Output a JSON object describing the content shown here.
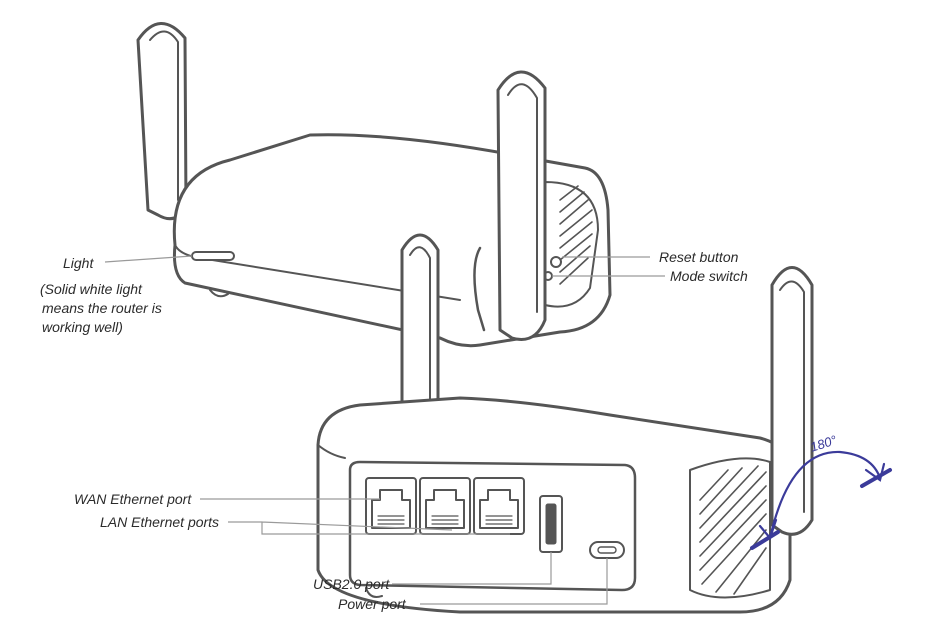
{
  "labels": {
    "light": "Light",
    "light_note_1": "(Solid white light",
    "light_note_2": "means the router is",
    "light_note_3": "working well)",
    "reset_button": "Reset button",
    "mode_switch": "Mode switch",
    "wan_port": "WAN Ethernet port",
    "lan_ports": "LAN Ethernet ports",
    "usb_port": "USB2.0 port",
    "power_port": "Power port",
    "rotation_angle": "180°"
  },
  "colors": {
    "outline": "#555555",
    "leader": "#9a9a9a",
    "arrow": "#3b3b9a"
  }
}
